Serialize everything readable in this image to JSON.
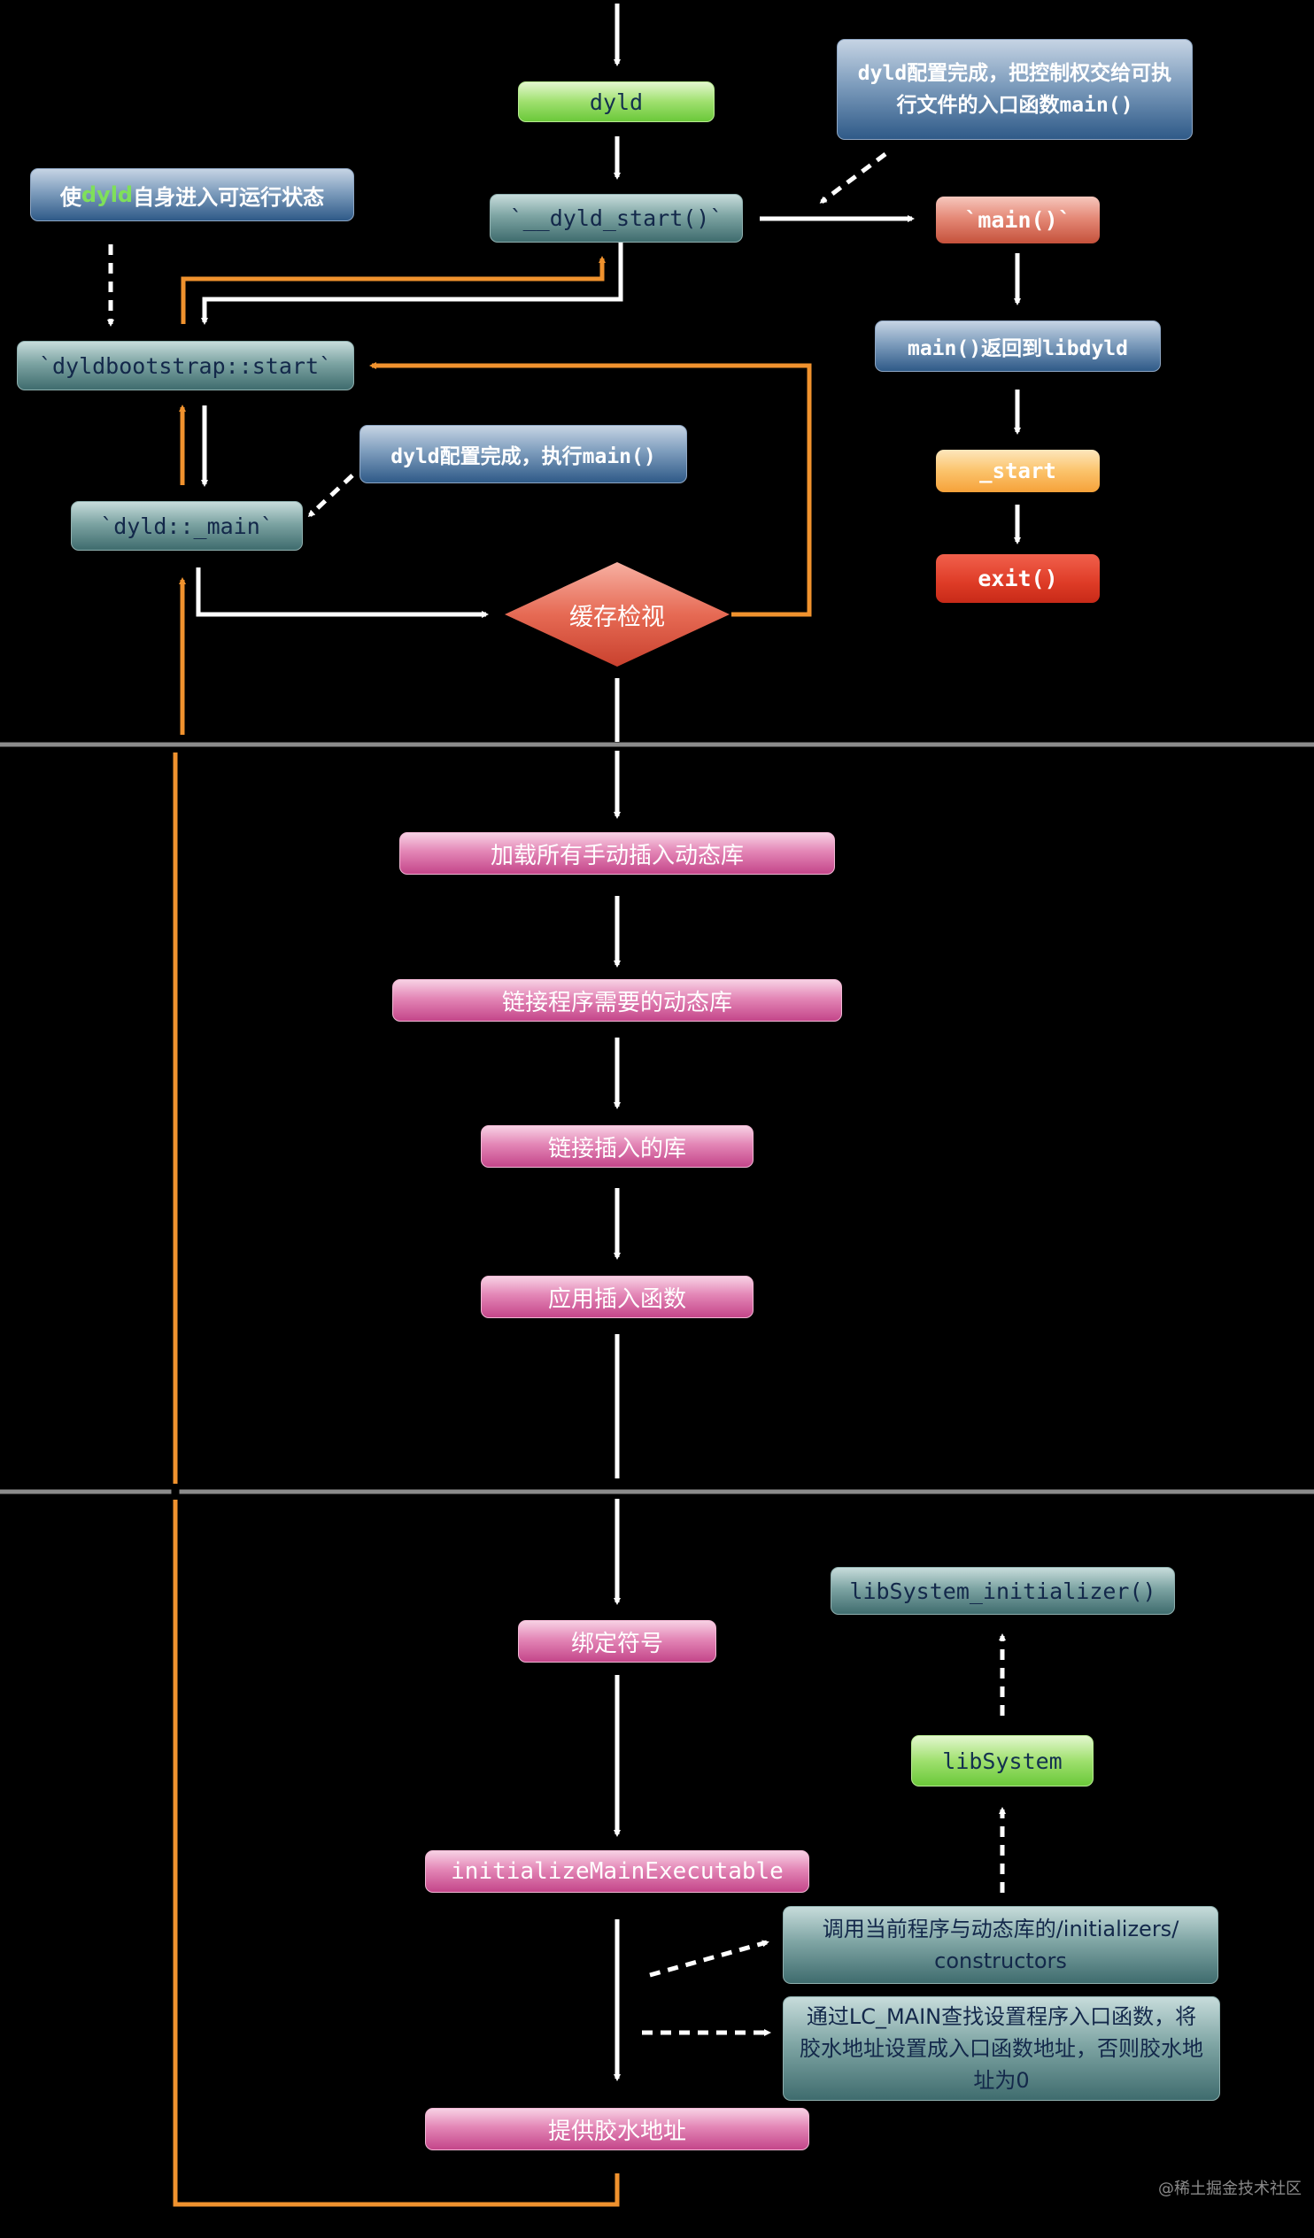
{
  "nodes": {
    "dyld": "dyld",
    "dyld_start": "`__dyld_start()`",
    "bootstrap_start": "`dyldbootstrap::start`",
    "dyld_main": "`dyld::_main`",
    "main_fn": "`main()`",
    "main_return": "main()返回到libdyld",
    "start": "_start",
    "exit": "exit()",
    "cache_check": "缓存检视",
    "load_inserted": "加载所有手动插入动态库",
    "link_required": "链接程序需要的动态库",
    "link_inserted": "链接插入的库",
    "apply_interpose": "应用插入函数",
    "bind_symbols": "绑定符号",
    "init_main_exec": "initializeMainExecutable",
    "glue_address": "提供胶水地址",
    "libsystem": "libSystem",
    "libsystem_init": "libSystem_initializer()"
  },
  "notes": {
    "self_runnable_prefix": "使",
    "self_runnable_word": "dyld",
    "self_runnable_suffix": "自身进入可运行状态",
    "config_exec_main": "dyld配置完成，执行main()",
    "handoff_line1": "dyld配置完成，把控制权交给可执",
    "handoff_line2": "行文件的入口函数main()",
    "initializers_line1": "调用当前程序与动态库的/initializers/",
    "initializers_line2": "constructors",
    "lcmain_line1": "通过LC_MAIN查找设置程序入口函数，将",
    "lcmain_line2": "胶水地址设置成入口函数地址，否则胶水地",
    "lcmain_line3": "址为0"
  },
  "watermark": "@稀土掘金技术社区",
  "colors": {
    "background": "#000000",
    "arrow": "#ffffff",
    "return_arrow": "#f0922e",
    "separator": "#8c8c8c"
  }
}
